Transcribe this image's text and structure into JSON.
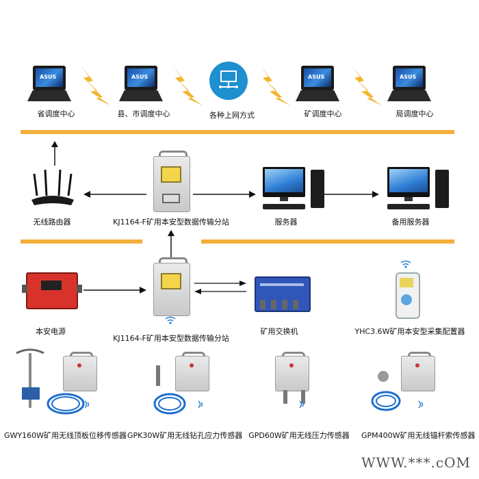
{
  "top_row": {
    "provincial_center": "省调度中心",
    "county_center": "县、市调度中心",
    "internet_access": "各种上网方式",
    "mine_center": "矿调度中心",
    "bureau_center": "局调度中心"
  },
  "middle_row": {
    "router": "无线路由器",
    "substation_top": "KJ1164-F矿用本安型数据传输分站",
    "server": "服务器",
    "backup_server": "备用服务器"
  },
  "lower_row": {
    "power": "本安电源",
    "substation_bottom": "KJ1164-F矿用本安型数据传输分站",
    "switch": "矿用交换机",
    "configurator": "YHC3.6W矿用本安型采集配置器"
  },
  "sensors": {
    "gwy": "GWY160W矿用无线顶板位移传感器",
    "gpk": "GPK30W矿用无线钻孔应力传感器",
    "gpd": "GPD60W矿用无线压力传感器",
    "gpm": "GPM400W矿用无线锚杆索传感器"
  },
  "watermark": "WWW.***.cOM",
  "laptop_brand": "ASUS",
  "colors": {
    "bar": "#f3ae3c",
    "bolt": "#f2b531"
  }
}
